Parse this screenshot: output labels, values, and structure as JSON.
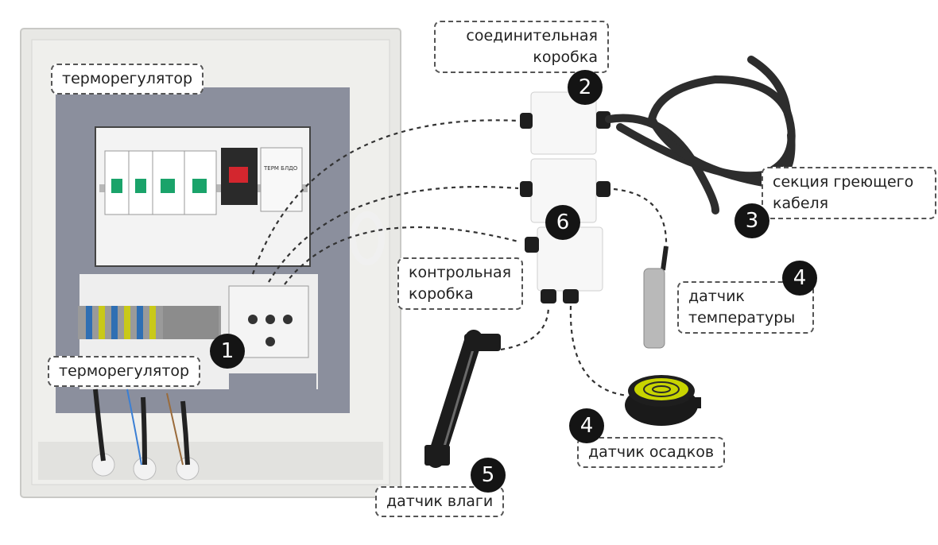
{
  "labels": {
    "thermostat_top": "терморегулятор",
    "thermostat_bottom": "терморегулятор",
    "junction_box_line1": "соединительная",
    "junction_box_line2": "коробка",
    "cable_line1": "секция греющего",
    "cable_line2": "кабеля",
    "control_box_line1": "контрольная",
    "control_box_line2": "коробка",
    "temp_sensor_line1": "датчик",
    "temp_sensor_line2": "температуры",
    "precip_sensor": "датчик осадков",
    "moisture_sensor": "датчик влаги"
  },
  "badges": {
    "b1": "1",
    "b2": "2",
    "b3": "3",
    "b4a": "4",
    "b4b": "4",
    "b5": "5",
    "b6": "6"
  },
  "panel_text": {
    "relay_label": "ТЕРМ БЛДО"
  },
  "colors": {
    "cabinet": "#e9e9e6",
    "back_plate": "#8a8e9c",
    "badge": "#141414",
    "dashed": "#555555",
    "sensor_yellow": "#c8d400"
  }
}
